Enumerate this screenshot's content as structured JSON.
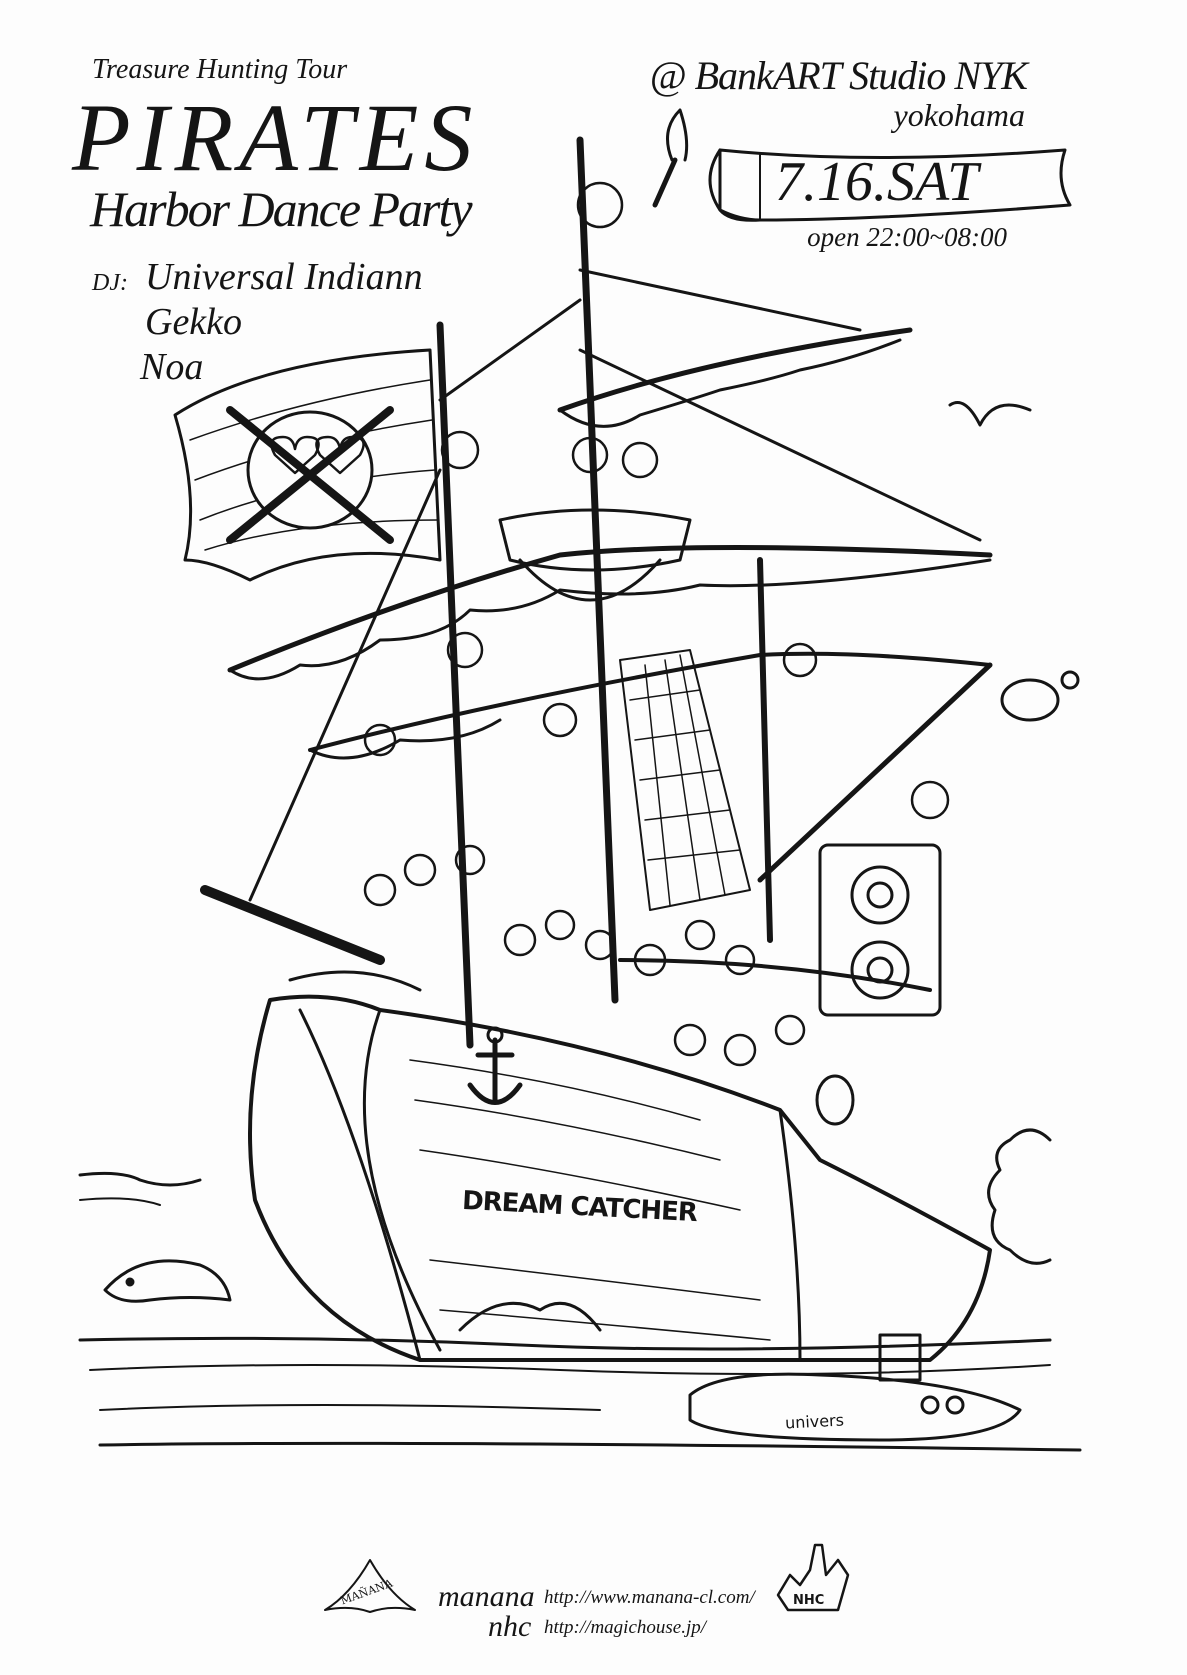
{
  "header": {
    "tagline": "Treasure Hunting Tour",
    "title": "PIRATES",
    "subtitle": "Harbor Dance Party",
    "dj_label": "DJ:",
    "djs": [
      "Universal Indiann",
      "Gekko",
      "Noa"
    ]
  },
  "venue": {
    "name": "@ BankART Studio NYK",
    "city": "yokohama",
    "date": "7.16.SAT",
    "hours": "open 22:00~08:00"
  },
  "illustration": {
    "ship_name": "DREAM CATCHER",
    "signature": "univers"
  },
  "footer": {
    "sponsors": [
      {
        "name": "manana",
        "url": "http://www.manana-cl.com/"
      },
      {
        "name": "nhc",
        "url": "http://magichouse.jp/"
      }
    ],
    "logos": [
      "MAÑANA",
      "NHC"
    ]
  },
  "colors": {
    "ink": "#151515",
    "paper": "#fdfdfd"
  }
}
